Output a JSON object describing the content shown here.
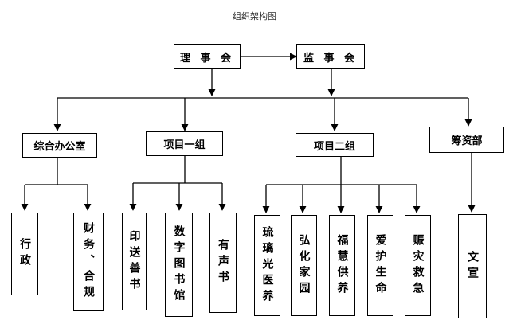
{
  "title": "组织架构图",
  "top": {
    "board": "理 事 会",
    "supervisors": "监 事 会"
  },
  "departments": [
    {
      "name": "综合办公室",
      "units": [
        "行政",
        "财务、合规"
      ]
    },
    {
      "name": "项目一组",
      "units": [
        "印送善书",
        "数字图书馆",
        "有声书"
      ]
    },
    {
      "name": "项目二组",
      "units": [
        "琉璃光医养",
        "弘化家园",
        "福慧供养",
        "爱护生命",
        "赈灾救急"
      ]
    },
    {
      "name": "筹资部",
      "units": [
        "文宣"
      ]
    }
  ],
  "line_color": "#000000"
}
